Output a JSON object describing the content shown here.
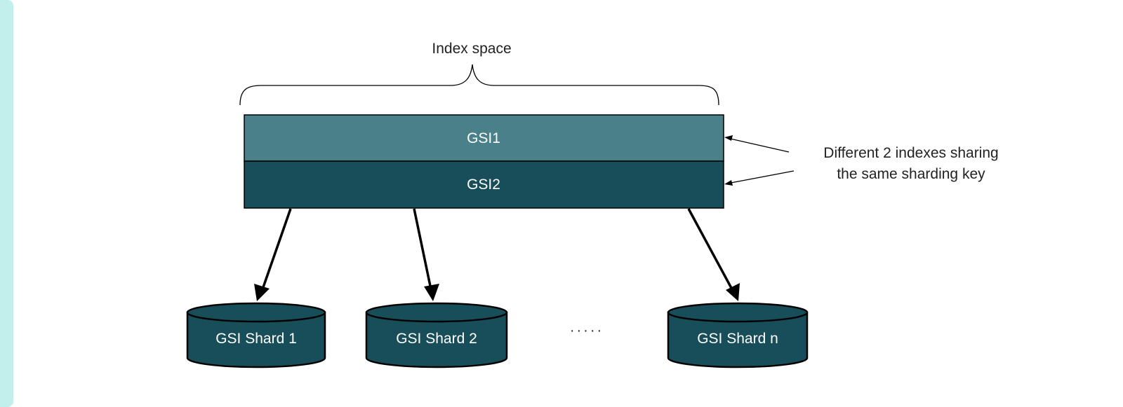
{
  "diagram": {
    "colors": {
      "rail": "#c2efec",
      "gsi1_fill": "#4a808a",
      "gsi2_fill": "#184d5a",
      "shard_fill": "#184d5a",
      "stroke": "#000000",
      "label_on_dark": "#ffffff",
      "label_text": "#222222"
    },
    "brace_label": "Index space",
    "indexes": [
      {
        "label": "GSI1"
      },
      {
        "label": "GSI2"
      }
    ],
    "annotation": {
      "line1": "Different  2 indexes sharing",
      "line2": "the same sharding key"
    },
    "shards": [
      {
        "label": "GSI Shard 1"
      },
      {
        "label": "GSI Shard 2"
      },
      {
        "label": "GSI Shard n"
      }
    ],
    "ellipsis": "·····"
  }
}
